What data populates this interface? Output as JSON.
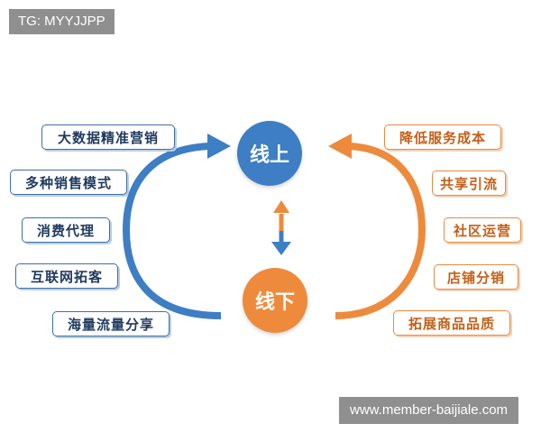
{
  "watermarks": {
    "top_left": "TG: MYYJJPP",
    "bottom_right": "www.member-baijiale.com"
  },
  "hubs": {
    "online": "线上",
    "offline": "线下"
  },
  "left_items": [
    {
      "label": "大数据精准营销"
    },
    {
      "label": "多种销售模式"
    },
    {
      "label": "消费代理"
    },
    {
      "label": "互联网拓客"
    },
    {
      "label": "海量流量分享"
    }
  ],
  "right_items": [
    {
      "label": "降低服务成本"
    },
    {
      "label": "共享引流"
    },
    {
      "label": "社区运营"
    },
    {
      "label": "店铺分销"
    },
    {
      "label": "拓展商品品质"
    }
  ],
  "colors": {
    "blue": "#3d7ec4",
    "orange": "#ee8a3c"
  }
}
